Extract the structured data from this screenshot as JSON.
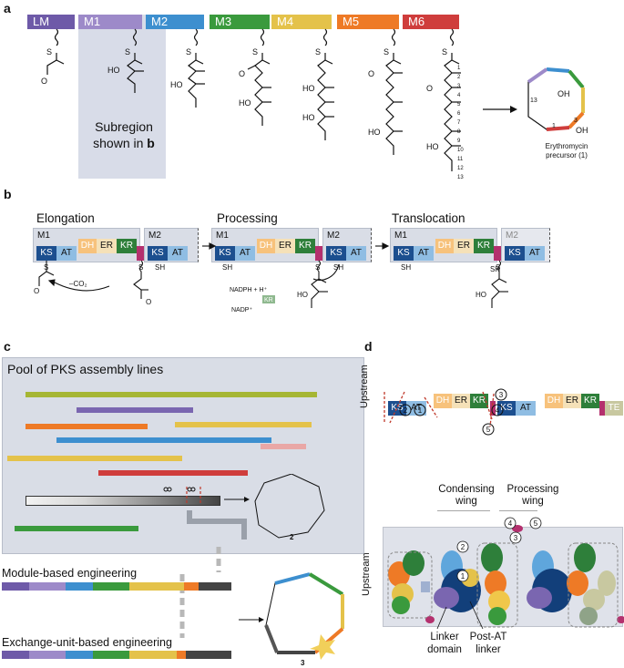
{
  "panel_a": {
    "letter": "a",
    "modules": [
      {
        "label": "LM",
        "color": "#6e5aa8"
      },
      {
        "label": "M1",
        "color": "#9d8ac9"
      },
      {
        "label": "M2",
        "color": "#3d8fcf"
      },
      {
        "label": "M3",
        "color": "#3a9a3d"
      },
      {
        "label": "M4",
        "color": "#e4c24a"
      },
      {
        "label": "M5",
        "color": "#ee7a26"
      },
      {
        "label": "M6",
        "color": "#cf3d3c"
      }
    ],
    "subregion_line1": "Subregion",
    "subregion_line2": "shown in",
    "subregion_bold": "b",
    "product_name": "Erythromycin",
    "product_precursor": "precursor (1)",
    "ring_numbers": [
      "13",
      "1",
      "3"
    ],
    "chain_numbers": [
      "1",
      "2",
      "3",
      "4",
      "5",
      "6",
      "7",
      "8",
      "9",
      "10",
      "11",
      "12",
      "13"
    ]
  },
  "panel_b": {
    "letter": "b",
    "stages": [
      "Elongation",
      "Processing",
      "Translocation"
    ],
    "m1": "M1",
    "m2": "M2",
    "domains": {
      "ks": "KS",
      "at": "AT",
      "dh": "DH",
      "er": "ER",
      "kr": "KR"
    },
    "sh": "SH",
    "co2": "–CO₂",
    "nadph": "NADPH + H⁺",
    "nadp": "NADP⁺",
    "kr_small": "KR",
    "ho": "HO"
  },
  "panel_c": {
    "letter": "c",
    "title": "Pool of PKS assembly lines",
    "compound_number": "2",
    "compound3_number": "3",
    "module_based": "Module-based engineering",
    "exchange_based": "Exchange-unit-based engineering",
    "pool_colors": [
      "#a6b634",
      "#7a66b0",
      "#ee7a26",
      "#e4c24a",
      "#3d8fcf",
      "#e9a7a6",
      "#e4c24a",
      "#cf3d3c",
      "#3a9a3d"
    ]
  },
  "panel_d": {
    "letter": "d",
    "upstream": "Upstream",
    "domains": {
      "ks": "KS",
      "at": "AT",
      "dh": "DH",
      "er": "ER",
      "kr": "KR",
      "te": "TE"
    },
    "sites": [
      "1",
      "2",
      "3",
      "4",
      "5"
    ],
    "condensing_wing_1": "Condensing",
    "condensing_wing_2": "wing",
    "processing_wing_1": "Processing",
    "processing_wing_2": "wing",
    "linker_domain_1": "Linker",
    "linker_domain_2": "domain",
    "post_at_1": "Post-AT",
    "post_at_2": "linker"
  }
}
